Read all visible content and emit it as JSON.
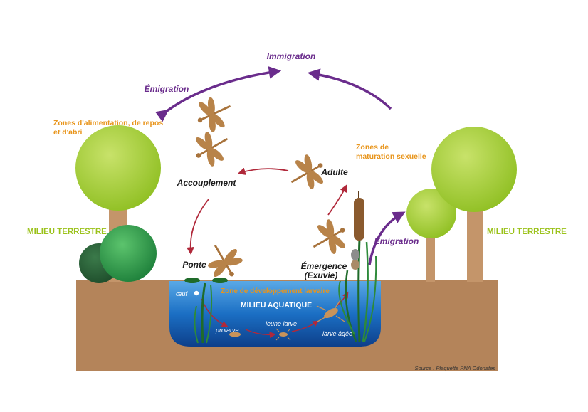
{
  "labels": {
    "immigration": "Immigration",
    "emigration_left": "Émigration",
    "emigration_right": "Émigration",
    "zones_alimentation_1": "Zones d'alimentation, de repos",
    "zones_alimentation_2": "et d'abri",
    "zones_maturation_1": "Zones de",
    "zones_maturation_2": "maturation sexuelle",
    "milieu_terrestre_left": "MILIEU TERRESTRE",
    "milieu_terrestre_right": "MILIEU TERRESTRE",
    "accouplement": "Accouplement",
    "adulte": "Adulte",
    "ponte": "Ponte",
    "emergence_1": "Émergence",
    "emergence_2": "(Exuvie)",
    "zone_developpement": "Zone de développement larvaire",
    "milieu_aquatique": "MILIEU AQUATIQUE",
    "oeuf": "œuf",
    "prolarve": "prolarve",
    "jeune_larve": "jeune larve",
    "larve_agee": "larve âgée",
    "source": "Source : Plaquette PNA Odonates"
  },
  "colors": {
    "migration_arrow": "#6a2c8c",
    "cycle_arrow": "#b0283a",
    "tree_canopy": "#a9cf3a",
    "bush": "#2f9e4e",
    "trunk": "#c4956a",
    "ground": "#b4845a",
    "water": "#1565b5",
    "dragonfly": "#a8733c"
  },
  "icons": {
    "dragonfly": "dragonfly-icon",
    "larva": "larva-icon",
    "egg": "egg-icon",
    "cattail": "cattail-icon"
  }
}
